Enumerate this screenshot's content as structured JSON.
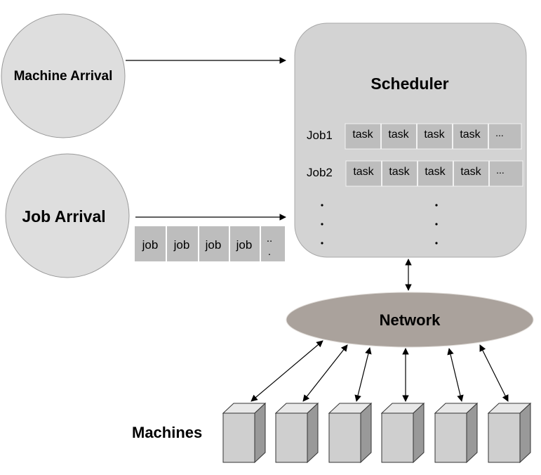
{
  "nodes": {
    "machine_arrival": {
      "label": "Machine Arrival"
    },
    "job_arrival": {
      "label": "Job Arrival"
    },
    "scheduler": {
      "label": "Scheduler"
    },
    "network": {
      "label": "Network"
    },
    "machines": {
      "label": "Machines"
    }
  },
  "job_queue": {
    "cells": [
      "job",
      "job",
      "job",
      "job"
    ],
    "overflow": ".."
  },
  "scheduler_jobs": [
    {
      "label": "Job1",
      "tasks": [
        "task",
        "task",
        "task",
        "task"
      ],
      "overflow": "..."
    },
    {
      "label": "Job2",
      "tasks": [
        "task",
        "task",
        "task",
        "task"
      ],
      "overflow": "..."
    }
  ],
  "colors": {
    "circle_fill": "#dedede",
    "scheduler_fill": "#d3d3d3",
    "cell_fill": "#bdbdbd",
    "network_fill": "#aaa29c",
    "machine_front": "#cfcfcf",
    "machine_top": "#e8e8e8",
    "machine_side": "#999999"
  }
}
